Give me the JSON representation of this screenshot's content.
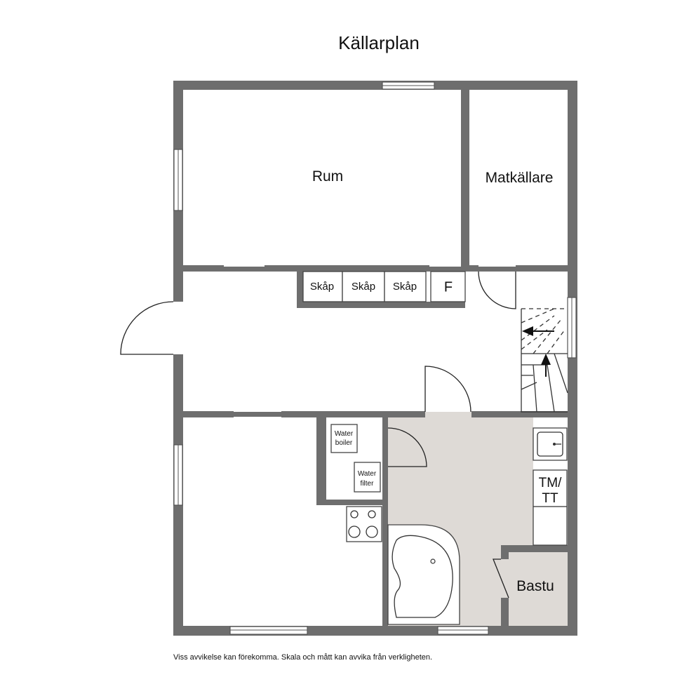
{
  "title": "Källarplan",
  "rooms": {
    "rum": "Rum",
    "matkallare": "Matkällare",
    "bastu": "Bastu"
  },
  "closets": [
    "Skåp",
    "Skåp",
    "Skåp"
  ],
  "fuse_box": "F",
  "utility": {
    "water_boiler": [
      "Water",
      "boiler"
    ],
    "water_filter": [
      "Water",
      "filter"
    ],
    "tm_tt": [
      "TM/",
      "TT"
    ]
  },
  "footer": "Viss avvikelse kan förekomma. Skala och mått kan avvika från verkligheten.",
  "colors": {
    "wall": "#6e6e6e",
    "bathroom_floor": "#dedad6",
    "background": "#ffffff"
  }
}
